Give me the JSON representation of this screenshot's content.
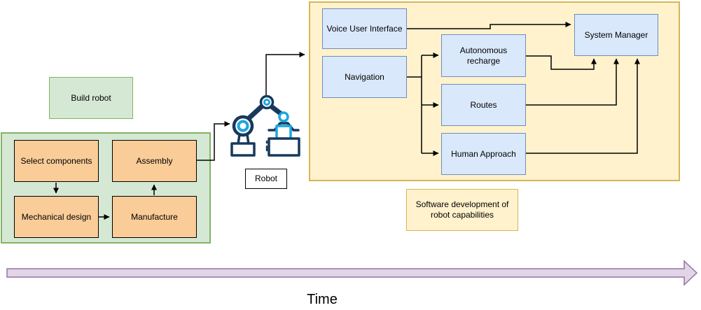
{
  "palette": {
    "green_fill": "#D5E8D4",
    "green_stroke": "#82B366",
    "orange_fill": "#FACC98",
    "orange_stroke": "#000000",
    "blue_fill": "#DAE8FC",
    "blue_stroke": "#6C8EBF",
    "yellow_fill": "#FFF2CC",
    "yellow_stroke": "#D6B656",
    "purple_fill": "#E1D5E7",
    "purple_stroke": "#9673A6",
    "connector": "#000000",
    "robot_body": "#17395C",
    "robot_accent": "#1BA7E0"
  },
  "build_phase": {
    "title": "Build robot",
    "steps": {
      "select_components": "Select components",
      "assembly": "Assembly",
      "mechanical_design": "Mechanical design",
      "manufacture": "Manufacture"
    }
  },
  "robot": {
    "label": "Robot",
    "icon": "robot-arm-icon"
  },
  "software_phase": {
    "caption": "Software development of robot capabilities",
    "modules": {
      "voice_user_interface": "Voice User Interface",
      "navigation": "Navigation",
      "autonomous_recharge": "Autonomous recharge",
      "routes": "Routes",
      "human_approach": "Human Approach",
      "system_manager": "System Manager"
    }
  },
  "timeline": {
    "label": "Time"
  },
  "connections": [
    {
      "from": "Select components",
      "to": "Mechanical design"
    },
    {
      "from": "Mechanical design",
      "to": "Manufacture"
    },
    {
      "from": "Manufacture",
      "to": "Assembly"
    },
    {
      "from": "Assembly",
      "to": "Robot"
    },
    {
      "from": "Robot",
      "to": "Software development of robot capabilities"
    },
    {
      "from": "Voice User Interface",
      "to": "System Manager"
    },
    {
      "from": "Navigation",
      "to": "Autonomous recharge"
    },
    {
      "from": "Navigation",
      "to": "Routes"
    },
    {
      "from": "Navigation",
      "to": "Human Approach"
    },
    {
      "from": "Autonomous recharge",
      "to": "System Manager"
    },
    {
      "from": "Routes",
      "to": "System Manager"
    },
    {
      "from": "Human Approach",
      "to": "System Manager"
    }
  ]
}
